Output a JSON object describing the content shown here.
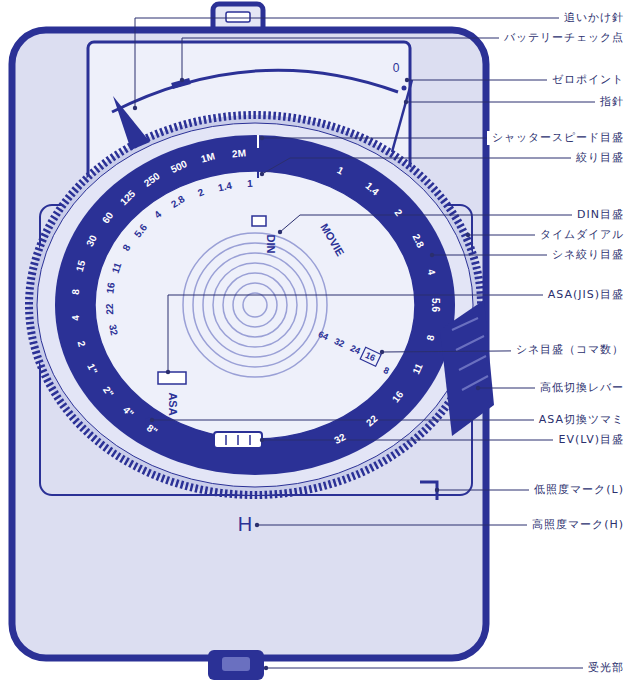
{
  "diagram": {
    "labels": [
      "追いかけ針",
      "バッテリーチェック点",
      "ゼロポイント",
      "指針",
      "シャッタースピード目盛",
      "絞り目盛",
      "DIN目盛",
      "タイムダイアル",
      "シネ絞り目盛",
      "ASA(JIS)目盛",
      "シネ目盛（コマ数）",
      "高低切換レバー",
      "ASA切換ツマミ",
      "EV(LV)目盛",
      "低照度マーク(L)",
      "高照度マーク(H)",
      "受光部",
      "0",
      "2M",
      "1M",
      "500",
      "250",
      "125",
      "60",
      "30",
      "15",
      "8",
      "4",
      "2",
      "1\"",
      "2\"",
      "4\"",
      "8\"",
      "1",
      "1.4",
      "2",
      "2.8",
      "4",
      "5.6",
      "8",
      "11",
      "16",
      "22",
      "32",
      "1",
      "1.4",
      "2",
      "2.8",
      "4",
      "5.6",
      "8",
      "11",
      "16",
      "22",
      "32",
      "DIN",
      "MOVIE",
      "64",
      "32",
      "24",
      "16",
      "8",
      "ASA",
      "EV",
      "H"
    ]
  }
}
